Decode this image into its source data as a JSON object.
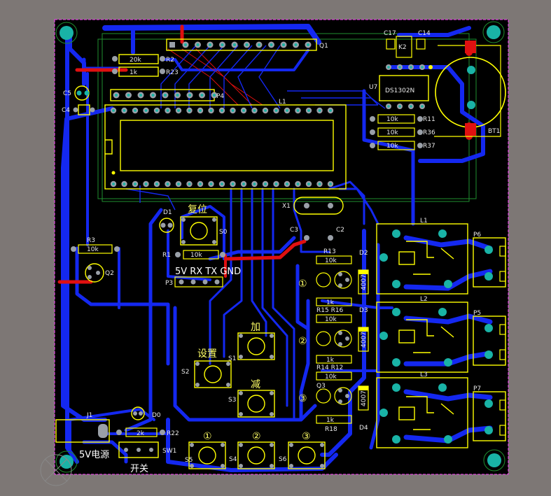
{
  "board": {
    "colors": {
      "background": "#7d7775",
      "board": "#000000",
      "copper_bottom": "#1428f0",
      "copper_top": "#e01010",
      "silk": "#ffff00",
      "pad": "#9aa0a8",
      "pad_hole": "#19b3a6",
      "mount_ring": "#1f8f2f",
      "outline": "#ff40ff"
    },
    "headers": {
      "q1": "Q1",
      "p4": "P4",
      "p3": "P3",
      "lcd": "L1"
    },
    "resistors": {
      "r2": {
        "value": "20k",
        "ref": "R2"
      },
      "r23": {
        "value": "1k",
        "ref": "R23"
      },
      "r3": {
        "value": "10k",
        "ref": "R3"
      },
      "r1": {
        "value": "10k",
        "ref": "R1"
      },
      "r11": {
        "value": "10k",
        "ref": "R11"
      },
      "r36": {
        "value": "10k",
        "ref": "R36"
      },
      "r37": {
        "value": "10k",
        "ref": "R37"
      },
      "r13": {
        "value": "10k",
        "ref": "R13"
      },
      "r14": {
        "value": "1k",
        "ref": ""
      },
      "r15": {
        "value": "10k",
        "ref": "R15 R16"
      },
      "r18": {
        "value": "1k",
        "ref": ""
      },
      "r19": {
        "value": "10k",
        "ref": "R14 R12"
      },
      "r17": {
        "value": "1k",
        "ref": "R18"
      },
      "r22": {
        "value": "2k",
        "ref": "R22"
      }
    },
    "caps": {
      "c5": "C5",
      "c4": "C4",
      "c17": "C17",
      "c14": "C14",
      "c3": "C3",
      "c2": "C2"
    },
    "chips": {
      "ds1302": "DS1302N",
      "u7": "U7",
      "k2": "K2",
      "bt1": "BT1",
      "x1": "X1",
      "q3": "Q3",
      "q2": "Q2",
      "d1": "D1",
      "d0": "D0",
      "j1": "J1",
      "sw1": "SW1"
    },
    "relays": {
      "l1": "L1",
      "l2": "L2",
      "l3": "L3",
      "p6": "P6",
      "p5": "P5",
      "p7": "P7",
      "d2": "D2",
      "d3": "D3",
      "d4": "D4"
    },
    "diode_value": "4007",
    "switches": {
      "s0": "S0",
      "s1": "S1",
      "s2": "S2",
      "s3": "S3",
      "s4": "S4",
      "s5": "S5",
      "s6": "S6"
    },
    "labels": {
      "reset": "复位",
      "serial": "5V RX TX GND",
      "add": "加",
      "setup": "设置",
      "sub": "减",
      "one": "①",
      "two": "②",
      "three": "③",
      "power": "5V电源",
      "switch": "开关"
    }
  }
}
